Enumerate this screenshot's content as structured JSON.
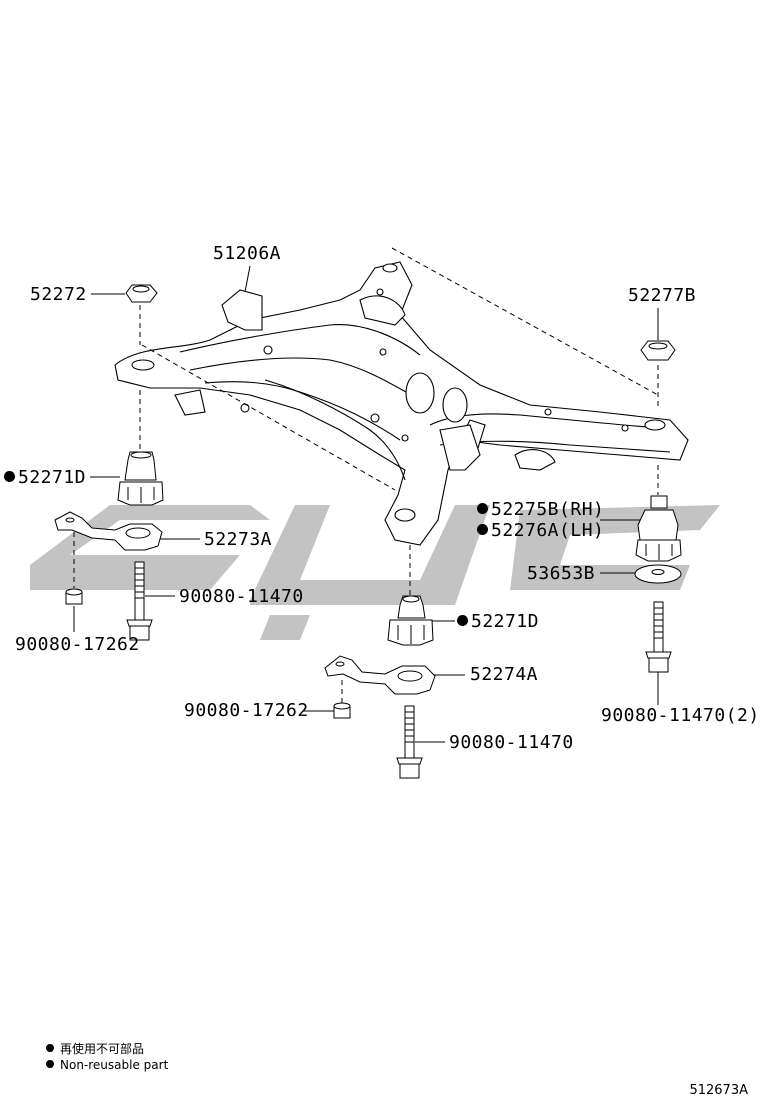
{
  "parts": {
    "p51206A": "51206A",
    "p52272": "52272",
    "p52277B": "52277B",
    "p52271D_left": "52271D",
    "p52275B": "52275B(RH)",
    "p52276A": "52276A(LH)",
    "p52273A": "52273A",
    "p53653B": "53653B",
    "p90080_11470_left": "90080-11470",
    "p90080_17262_left": "90080-17262",
    "p52271D_center": "52271D",
    "p52274A": "52274A",
    "p90080_17262_center": "90080-17262",
    "p90080_11470_center": "90080-11470",
    "p90080_11470_right": "90080-11470(2)"
  },
  "legend": {
    "chinese": "再使用不可部品",
    "english": "Non-reusable part"
  },
  "figure_id": "512673A",
  "colors": {
    "line": "#000000",
    "watermark": "#b9b9b9"
  }
}
